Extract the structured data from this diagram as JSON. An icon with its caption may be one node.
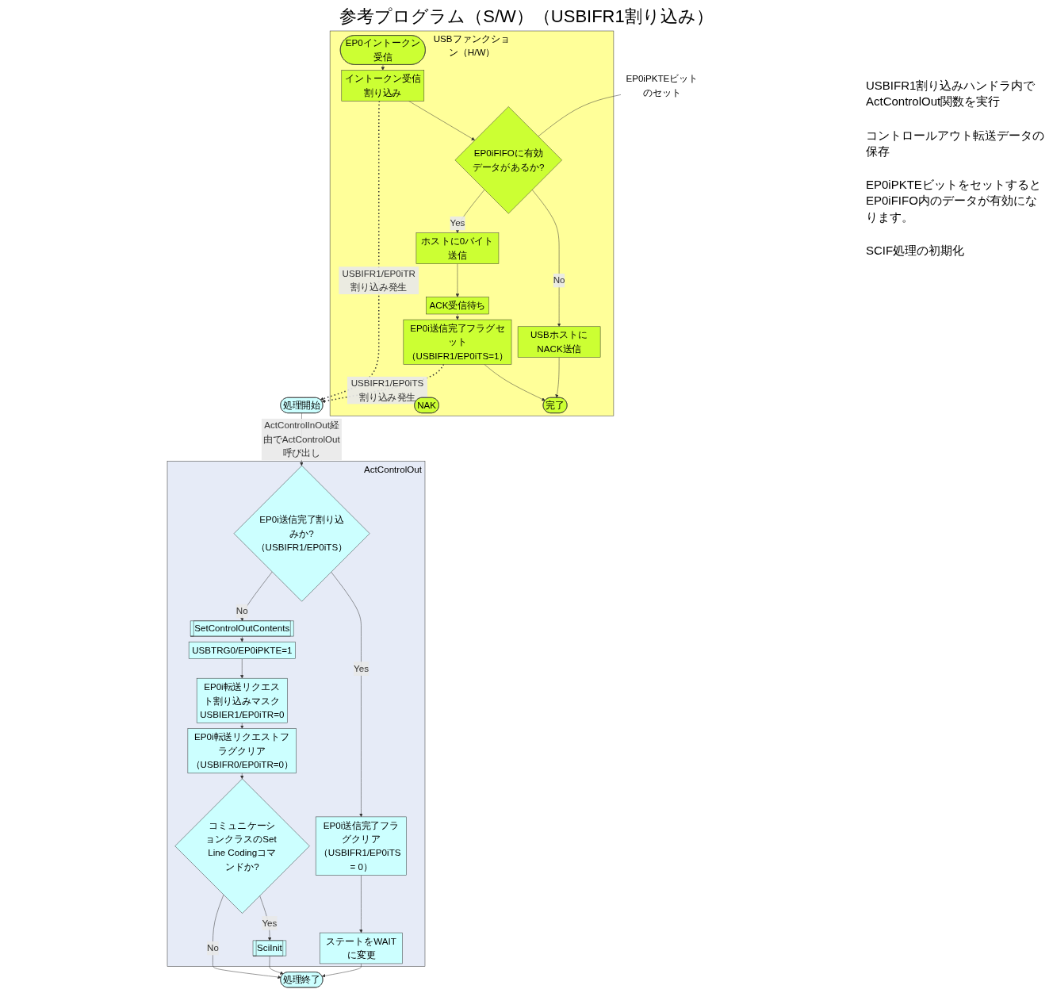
{
  "diagram": {
    "title": "参考プログラム（S/W）（USBIFR1割り込み）",
    "nodes": [
      {
        "text": [
          "USBファンクション（H/W）"
        ]
      },
      {
        "text": [
          "EP0イントークン受信"
        ],
        "in": 0
      },
      {
        "text": [
          "イントークン受信割り込み"
        ],
        "in": 0
      },
      {
        "text": [
          "EP0iPKTEビットのセット"
        ]
      },
      {
        "text": [
          "EP0iFIFOに有効データがあるか?"
        ],
        "in": 0
      },
      {
        "text": [
          "ホストに0バイト送信"
        ],
        "in": 0
      },
      {
        "text": [
          "NAK"
        ],
        "in": 0
      },
      {
        "text": [
          "USBホストにNACK送信"
        ],
        "in": 0
      },
      {
        "text": [
          "ACK受信待ち"
        ],
        "in": 0
      },
      {
        "text": [
          "EP0i送信完了フラグセット（USBIFR1/EP0iTS=1）"
        ],
        "in": 0
      },
      {
        "text": [
          "完了"
        ],
        "in": 0
      },
      {
        "text": [
          "処理開始"
        ]
      },
      {
        "text": [
          "ActControlOut"
        ]
      },
      {
        "text": [
          "EP0i送信完了割り込みか?（USBIFR1/EP0iTS）"
        ],
        "in": 12
      },
      {
        "text": [
          "EP0i送信完了フラグクリア（USBIFR1/EP0iTS = 0）"
        ],
        "in": 12
      },
      {
        "text": [
          "SetControlOutContents"
        ],
        "in": 12
      },
      {
        "text": [
          "ステートをWAITに変更"
        ],
        "in": 12
      },
      {
        "text": [
          "USBTRG0/EP0iPKTE=1"
        ],
        "in": 12
      },
      {
        "text": [
          "EP0i転送リクエスト割り込みマスクUSBIER1/EP0iTR=0"
        ],
        "in": 12
      },
      {
        "text": [
          "EP0i転送リクエストフラグクリア（USBIFR0/EP0iTR=0）"
        ],
        "in": 12
      },
      {
        "text": [
          "コミュニケーションクラスのSet Line Codingコマンドか?"
        ],
        "in": 12
      },
      {
        "text": [
          "SciInit"
        ],
        "in": 12
      },
      {
        "text": [
          "処理終了"
        ]
      }
    ],
    "edges": [
      {
        "from": 1,
        "to": 2,
        "arrow": "to"
      },
      {
        "from": 2,
        "to": 4,
        "arrow": "to"
      },
      {
        "from": 3,
        "to": 4,
        "arrow": "none"
      },
      {
        "from": 4,
        "to": 7,
        "arrow": "to",
        "label": "No"
      },
      {
        "from": 4,
        "to": 5,
        "arrow": "to",
        "label": "Yes"
      },
      {
        "from": 5,
        "to": 8,
        "arrow": "to"
      },
      {
        "from": 8,
        "to": 9,
        "arrow": "to"
      },
      {
        "from": 7,
        "to": 10,
        "arrow": "to"
      },
      {
        "from": 9,
        "to": 10,
        "arrow": "to"
      },
      {
        "from": 2,
        "to": 11,
        "arrow": "to",
        "style": "dashed",
        "label": "USBIFR1/EP0iTR割り込み発生"
      },
      {
        "from": 9,
        "to": 11,
        "arrow": "to",
        "style": "dashed",
        "label": "USBIFR1/EP0iTS割り込み発生"
      },
      {
        "from": 11,
        "to": 13,
        "arrow": "to",
        "label": "ActControlInOut経由でActControlOut呼び出し"
      },
      {
        "from": 13,
        "to": 14,
        "arrow": "to",
        "label": "Yes"
      },
      {
        "from": 13,
        "to": 15,
        "arrow": "to",
        "label": "No"
      },
      {
        "from": 14,
        "to": 16,
        "arrow": "to"
      },
      {
        "from": 15,
        "to": 17,
        "arrow": "to"
      },
      {
        "from": 17,
        "to": 18,
        "arrow": "to"
      },
      {
        "from": 18,
        "to": 19,
        "arrow": "to"
      },
      {
        "from": 19,
        "to": 20,
        "arrow": "to"
      },
      {
        "from": 20,
        "to": 21,
        "arrow": "to",
        "label": "Yes"
      },
      {
        "from": 20,
        "to": 22,
        "arrow": "to",
        "label": "No"
      },
      {
        "from": 21,
        "to": 22,
        "arrow": "to"
      },
      {
        "from": 16,
        "to": 22,
        "arrow": "to"
      }
    ],
    "labels": [
      "USBIFR1割り込みハンドラ内でActControlOut関数を実行",
      "コントロールアウト転送データの保存",
      "EP0iPKTEビットをセットするとEP0iFIFO内のデータが有効になります。",
      "SCIF処理の初期化"
    ]
  }
}
